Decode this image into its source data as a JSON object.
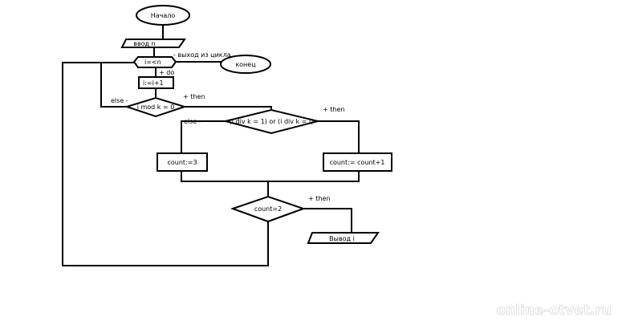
{
  "flowchart": {
    "start": "Начало",
    "input": "ввод  n",
    "loop_condition": "i=<n",
    "exit_label": "- выход из цикла",
    "end": "конец",
    "do_label": "+ do",
    "increment": "i:=i+1",
    "else_label_1": "else -",
    "condition_mod": "i mod k = 0",
    "then_label_1": "+ then",
    "condition_div": "(i div k = 1) or (i div k = i)",
    "else_label_2": "else -",
    "then_label_2": "+ then",
    "assign_three": "count:=3",
    "assign_increment": "count:= count+1",
    "condition_count": "count=2",
    "then_label_3": "+ then",
    "output": "Вывод i"
  },
  "watermark": "online-otvet.ru"
}
